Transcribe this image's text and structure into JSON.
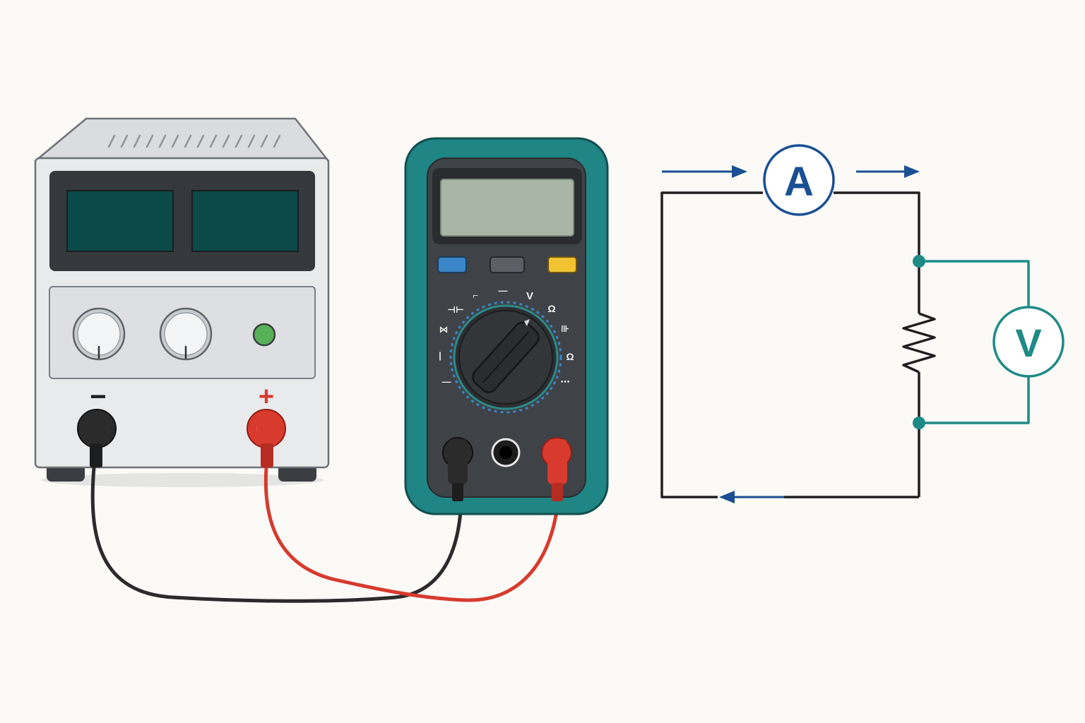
{
  "power_supply": {
    "negative_label": "−",
    "positive_label": "+"
  },
  "multimeter": {
    "dial_labels": [
      "V",
      "Ω",
      "Ω"
    ]
  },
  "circuit": {
    "ammeter_label": "A",
    "voltmeter_label": "V"
  },
  "colors": {
    "background": "#fbfaf7",
    "psu_body": "#e7e8ea",
    "display_green": "#0b4a48",
    "meter_teal": "#1f8585",
    "meter_face": "#3f4246",
    "lcd": "#a9b5a6",
    "btn_blue": "#3a86c8",
    "btn_gray": "#5c6066",
    "btn_yellow": "#f1c232",
    "led_green": "#58b158",
    "lead_red": "#d83a2e",
    "lead_black": "#2b2b2b",
    "ammeter_blue": "#1a4f93",
    "voltmeter_teal": "#1f8a86",
    "wire": "#1f1f1f"
  }
}
